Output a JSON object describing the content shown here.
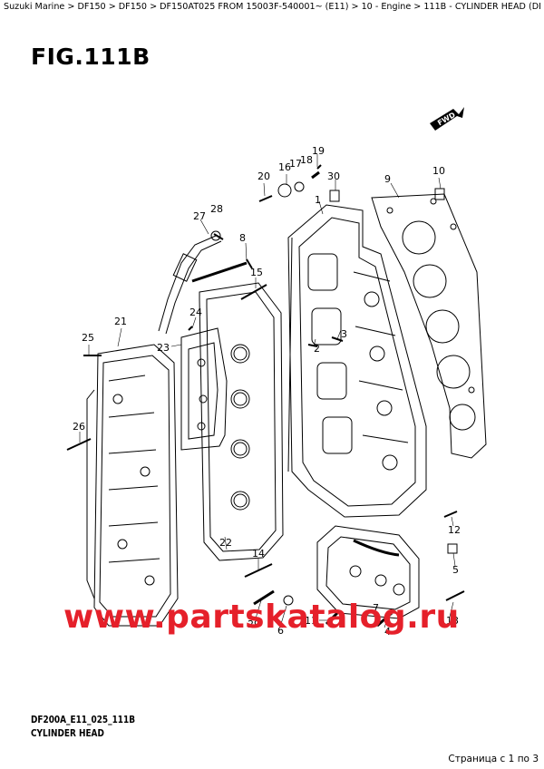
{
  "breadcrumb": "Suzuki Marine > DF150 > DF150 > DF150AT025 FROM 15003F-540001~ (E11) > 10 - Engine > 111B - CYLINDER HEAD (DF150AT,DF150AZ,DF150AS)",
  "figure": {
    "title": "FIG.111B",
    "fwd_label": "FWD",
    "code": "DF200A_E11_025_111B",
    "caption": "CYLINDER HEAD"
  },
  "callouts": [
    "1",
    "2",
    "3",
    "4",
    "5",
    "6",
    "7",
    "8",
    "9",
    "10",
    "11",
    "12",
    "13",
    "14",
    "15",
    "16",
    "17",
    "18",
    "19",
    "20",
    "21",
    "22",
    "23",
    "24",
    "25",
    "26",
    "27",
    "28",
    "29",
    "30"
  ],
  "watermark": "www.partskatalog.ru",
  "pager": "Страница с 1 по 3",
  "colors": {
    "watermark": "#e5202a",
    "ink": "#000000"
  }
}
